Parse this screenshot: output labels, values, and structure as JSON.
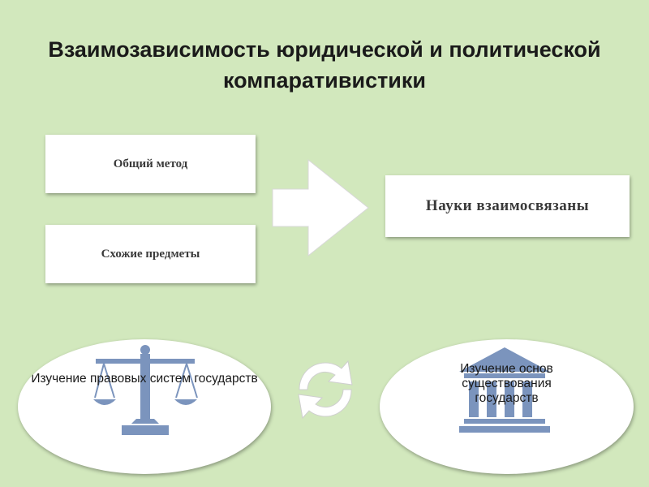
{
  "title": "Взаимозависимость юридической и политической компаративистики",
  "boxes": {
    "method": "Общий метод",
    "subjects": "Схожие предметы",
    "result": "Науки взаимосвязаны"
  },
  "ellipses": {
    "left": {
      "text": "Изучение правовых систем государств",
      "icon": "scales-icon"
    },
    "right": {
      "text": "Изучение основ существования государств",
      "icon": "government-building-icon"
    }
  },
  "connector_icon": "cycle-arrows-icon",
  "colors": {
    "background": "#d2e8bd",
    "icon_blue": "#7b94bd",
    "shape_white": "#ffffff"
  }
}
